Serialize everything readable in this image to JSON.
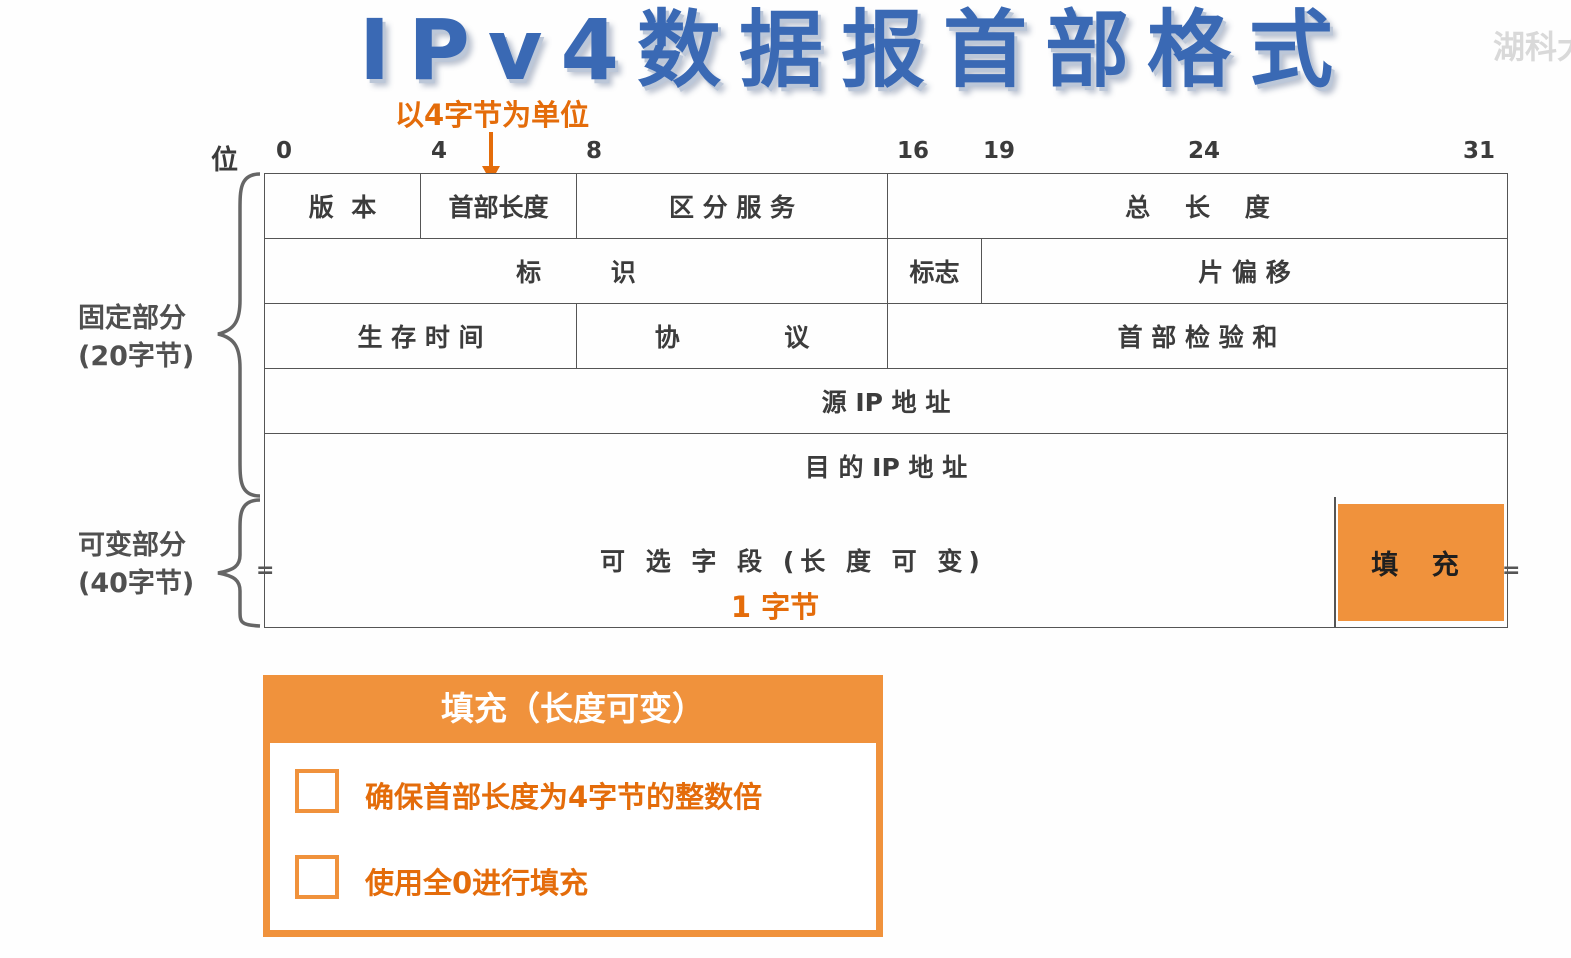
{
  "title": "IPv4数据报首部格式",
  "watermark": "湖科大",
  "unit_note": "以4字节为单位",
  "bit_axis": {
    "label": "位",
    "ticks": [
      "0",
      "4",
      "8",
      "16",
      "19",
      "24",
      "31"
    ]
  },
  "side_labels": {
    "fixed": {
      "line1": "固定部分",
      "line2": "(20字节)"
    },
    "variable": {
      "line1": "可变部分",
      "line2": "(40字节)"
    }
  },
  "fields": {
    "version": "版  本",
    "header_length": "首部长度",
    "dscp": "区 分 服 务",
    "total_length": "总    长    度",
    "identification": "标        识",
    "flags": "标志",
    "fragment_offset": "片 偏 移",
    "ttl": "生 存 时 间",
    "protocol": "协            议",
    "checksum": "首 部 检 验 和",
    "source_ip": "源 IP 地 址",
    "dest_ip": "目 的 IP 地 址",
    "options": "可 选 字 段 (长 度 可 变)",
    "options_unit": "1 字节",
    "padding": "填 充"
  },
  "info_box": {
    "title": "填充（长度可变）",
    "items": [
      "确保首部长度为4字节的整数倍",
      "使用全0进行填充"
    ]
  },
  "colors": {
    "title": "#3a69b4",
    "accent": "#e46c0a",
    "padding_fill": "#f0923c",
    "line": "#555555"
  }
}
